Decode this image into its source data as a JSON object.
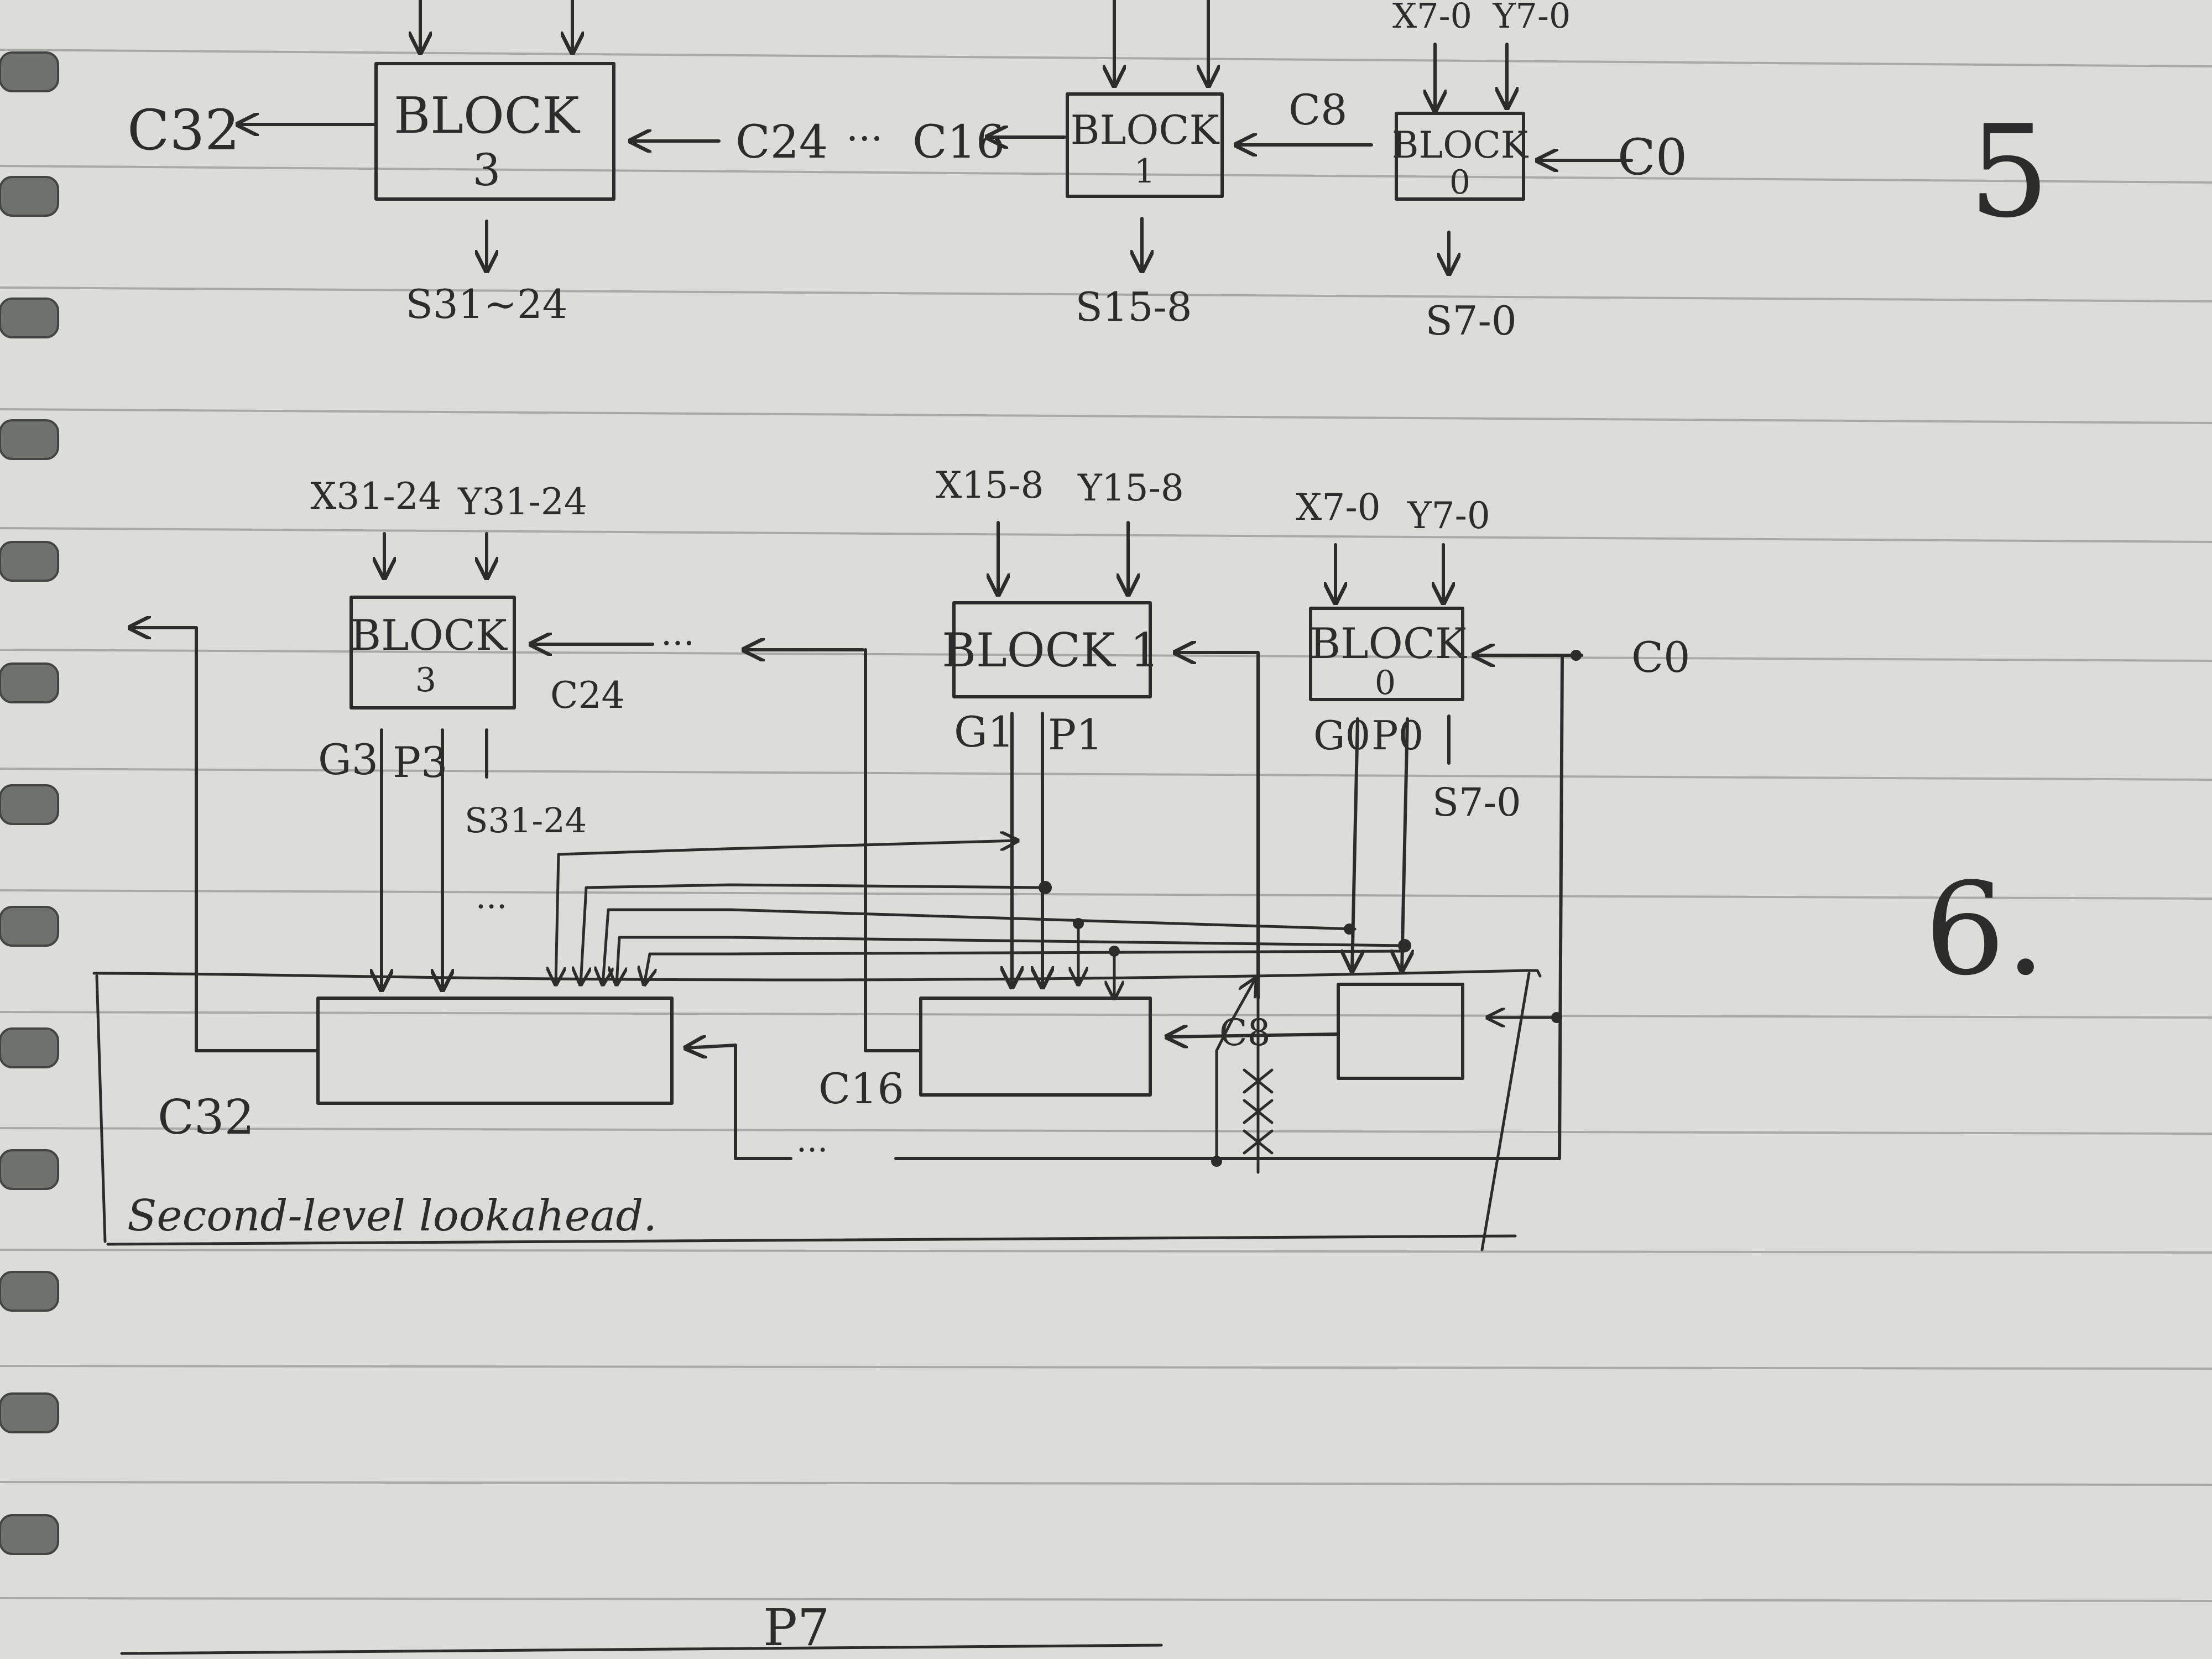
{
  "page_numbers": {
    "top_section": "5",
    "bottom_section": "6."
  },
  "top_diagram": {
    "block3": {
      "title": "BLOCK",
      "index": "3",
      "sum_out": "S31~24"
    },
    "block1": {
      "title": "BLOCK",
      "index": "1",
      "sum_out": "S15-8"
    },
    "block0": {
      "title": "BLOCK",
      "index": "0",
      "sum_out": "S7-0",
      "x_in": "X7-0",
      "y_in": "Y7-0"
    },
    "carries": {
      "c32": "C32",
      "c24": "C24",
      "c16": "C16",
      "c8": "C8",
      "c0": "C0"
    },
    "ellipsis": "···"
  },
  "bottom_diagram": {
    "block3": {
      "title": "BLOCK",
      "index": "3",
      "x_in": "X31-24",
      "y_in": "Y31-24",
      "g_out": "G3",
      "p_out": "P3",
      "sum_out": "S31-24"
    },
    "block1": {
      "title": "BLOCK 1",
      "x_in": "X15-8",
      "y_in": "Y15-8",
      "g_out": "G1",
      "p_out": "P1"
    },
    "block0": {
      "title": "BLOCK",
      "index": "0",
      "x_in": "X7-0",
      "y_in": "Y7-0",
      "g_out": "G0",
      "p_out": "P0",
      "sum_out": "S7-0"
    },
    "carries": {
      "c0": "C0",
      "c8": "C8",
      "c16": "C16",
      "c24": "C24",
      "c32": "C32"
    },
    "ellipsis": "···",
    "caption": "Second-level lookahead."
  },
  "bottom_fragment": {
    "text": "P7"
  }
}
